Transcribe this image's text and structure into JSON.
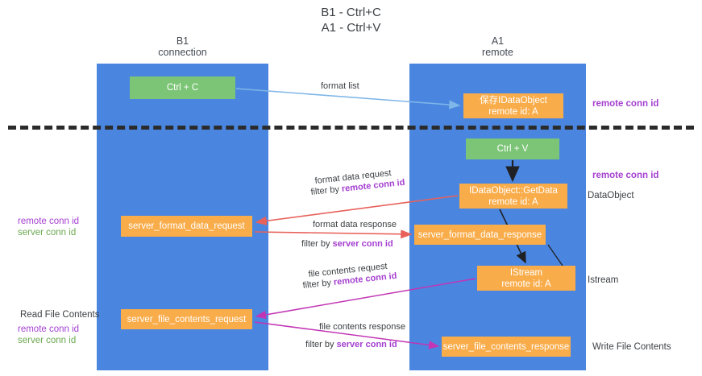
{
  "title": "B1 - Ctrl+C\nA1 - Ctrl+V",
  "title_line1": "B1 - Ctrl+C",
  "title_line2": "A1 - Ctrl+V",
  "colors": {
    "lane": "#4a86e0",
    "green_node": "#7cc576",
    "orange_node": "#f9ac4a",
    "purple_text": "#a43fd0",
    "green_text": "#6aa84f",
    "dashed_divider": "#2b2b2b",
    "arrow_blue": "#7eb6e8",
    "arrow_red": "#e8615a",
    "arrow_magenta": "#c235b5",
    "arrow_black": "#202124"
  },
  "lanes": [
    {
      "id": "b1",
      "title": "B1",
      "subtitle": "connection"
    },
    {
      "id": "a1",
      "title": "A1",
      "subtitle": "remote"
    }
  ],
  "nodes": {
    "ctrl_c": {
      "label": "Ctrl + C",
      "color": "green"
    },
    "save_idataobject": {
      "line1": "保存IDataObject",
      "line2": "remote id: A",
      "color": "orange"
    },
    "ctrl_v": {
      "label": "Ctrl + V",
      "color": "green"
    },
    "getdata": {
      "line1": "IDataObject::GetData",
      "line2": "remote id: A",
      "color": "orange"
    },
    "server_format_data_request": {
      "label": "server_format_data_request",
      "color": "orange"
    },
    "server_format_data_response": {
      "label": "server_format_data_response",
      "color": "orange"
    },
    "istream": {
      "line1": "IStream",
      "line2": "remote id: A",
      "color": "orange"
    },
    "server_file_contents_request": {
      "label": "server_file_contents_request",
      "color": "orange"
    },
    "server_file_contents_response": {
      "label": "server_file_contents_response",
      "color": "orange"
    }
  },
  "arrow_labels": {
    "format_list": "format list",
    "format_data_request": "format data request",
    "format_data_request_filter_prefix": "filter by ",
    "format_data_request_filter_key": "remote conn id",
    "format_data_response": "format data response",
    "format_data_response_filter_prefix": "filter by ",
    "format_data_response_filter_key": "server conn id",
    "file_contents_request": "file contents request",
    "file_contents_request_filter_prefix": "filter by ",
    "file_contents_request_filter_key": "remote conn id",
    "file_contents_response": "file contents response",
    "file_contents_response_filter_prefix": "filter by ",
    "file_contents_response_filter_key": "server conn id"
  },
  "side_labels": {
    "remote_conn_id_top": "remote conn id",
    "remote_conn_id_mid": "remote conn id",
    "dataobject": "DataObject",
    "istream": "Istream",
    "write_file_contents": "Write File Contents",
    "read_file_contents": "Read File Contents",
    "left_mid_remote": "remote conn id",
    "left_mid_server": "server conn id",
    "left_bottom_remote": "remote conn id",
    "left_bottom_server": "server conn id"
  }
}
